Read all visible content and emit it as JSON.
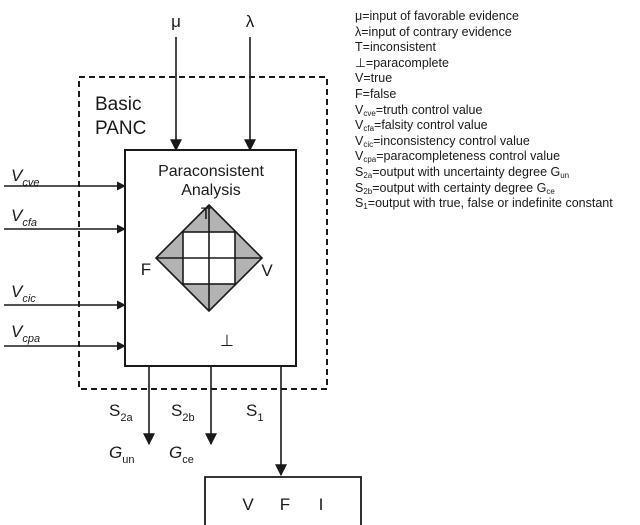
{
  "inputs": {
    "mu": "μ",
    "lambda": "λ"
  },
  "block": {
    "title_line1": "Basic",
    "title_line2": "PANC",
    "analysis_line1": "Paraconsistent",
    "analysis_line2": "Analysis"
  },
  "lattice": {
    "top": "T",
    "left": "F",
    "right": "V",
    "bottom": "⊥"
  },
  "control_inputs": [
    {
      "base": "V",
      "sub": "cve"
    },
    {
      "base": "V",
      "sub": "cfa"
    },
    {
      "base": "V",
      "sub": "cic"
    },
    {
      "base": "V",
      "sub": "cpa"
    }
  ],
  "outputs": [
    {
      "base": "S",
      "sub": "2a",
      "target_base": "G",
      "target_sub": "un"
    },
    {
      "base": "S",
      "sub": "2b",
      "target_base": "G",
      "target_sub": "ce"
    },
    {
      "base": "S",
      "sub": "1"
    }
  ],
  "result_box": {
    "labels": [
      "V",
      "F",
      "I"
    ]
  },
  "legend": [
    {
      "base": "μ",
      "sub": "",
      "text": "=input of favorable evidence"
    },
    {
      "base": "λ",
      "sub": "",
      "text": "=input of contrary evidence"
    },
    {
      "base": "T",
      "sub": "",
      "text": "=inconsistent"
    },
    {
      "base": "⊥",
      "sub": "",
      "text": "=paracomplete"
    },
    {
      "base": "V",
      "sub": "",
      "text": "=true"
    },
    {
      "base": "F",
      "sub": "",
      "text": "=false"
    },
    {
      "base": "V",
      "sub": "cve",
      "text": "=truth control value"
    },
    {
      "base": "V",
      "sub": "cfa",
      "text": "=falsity control value"
    },
    {
      "base": "V",
      "sub": "cic",
      "text": "=inconsistency control value"
    },
    {
      "base": "V",
      "sub": "cpa",
      "text": "=paracompleteness control value"
    },
    {
      "base": "S",
      "sub": "2a",
      "text": "=output with uncertainty degree G",
      "text_sub": "un"
    },
    {
      "base": "S",
      "sub": "2b",
      "text": "=output with certainty degree G",
      "text_sub": "ce"
    },
    {
      "base": "S",
      "sub": "1",
      "text": "=output with true, false or indefinite constant"
    }
  ],
  "colors": {
    "line": "#1a1a1a",
    "lattice_fill": "#b3b3b3",
    "background": "#ffffff"
  }
}
